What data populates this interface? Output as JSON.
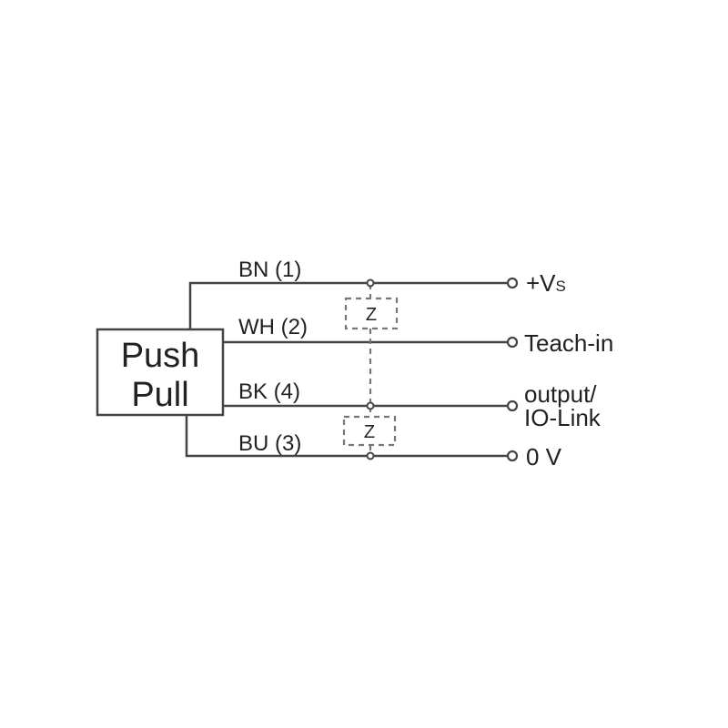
{
  "sensor": {
    "label_line1": "Push",
    "label_line2": "Pull"
  },
  "wires": [
    {
      "id": "bn",
      "label": "BN (1)",
      "terminal": "+V",
      "terminal_sub": "S"
    },
    {
      "id": "wh",
      "label": "WH (2)",
      "terminal": "Teach-in"
    },
    {
      "id": "bk",
      "label": "BK (4)",
      "terminal_line1": "output/",
      "terminal_line2": "IO-Link"
    },
    {
      "id": "bu",
      "label": "BU (3)",
      "terminal": "0 V"
    }
  ],
  "load_symbol": "Z"
}
